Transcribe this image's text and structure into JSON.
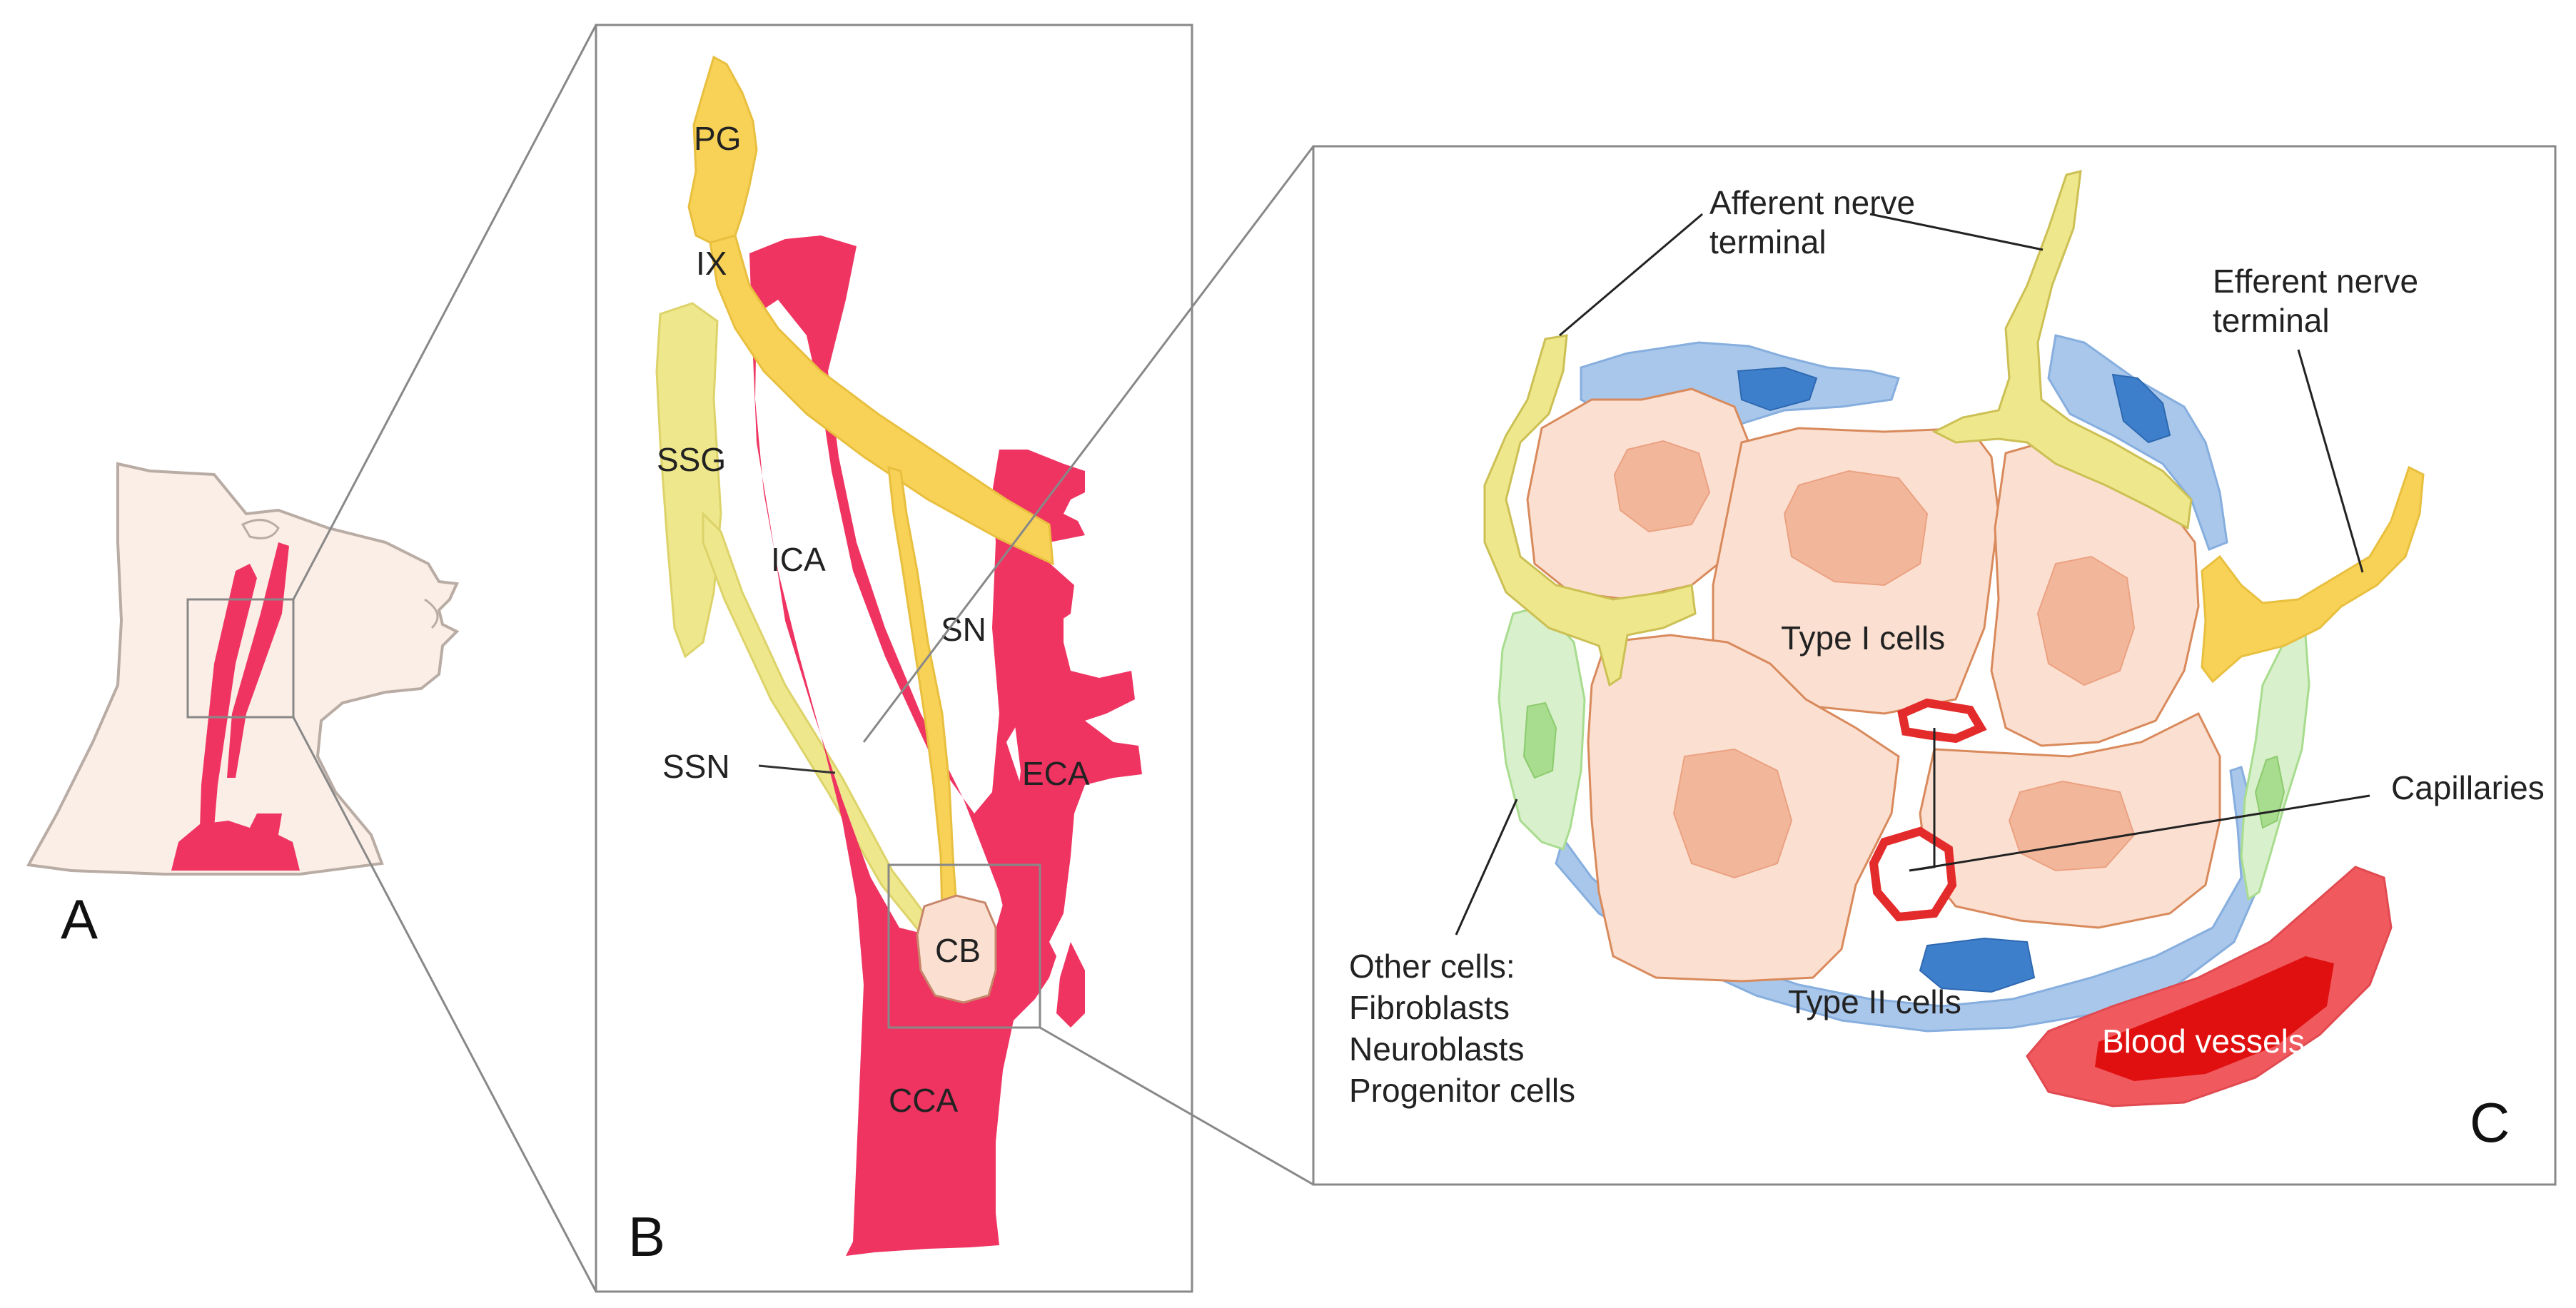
{
  "panels": {
    "a": {
      "letter": "A"
    },
    "b": {
      "letter": "B",
      "labels": {
        "pg": "PG",
        "ix": "IX",
        "ssg": "SSG",
        "ica": "ICA",
        "sn": "SN",
        "ssn": "SSN",
        "eca": "ECA",
        "cb": "CB",
        "cca": "CCA"
      }
    },
    "c": {
      "letter": "C",
      "labels": {
        "afferent_line1": "Afferent nerve",
        "afferent_line2": "terminal",
        "efferent_line1": "Efferent nerve",
        "efferent_line2": "terminal",
        "type1": "Type I cells",
        "type2": "Type II cells",
        "capillaries": "Capillaries",
        "blood_vessels": "Blood vessels",
        "other_line1": "Other cells:",
        "other_line2": "Fibroblasts",
        "other_line3": "Neuroblasts",
        "other_line4": "Progenitor cells"
      }
    }
  },
  "colors": {
    "artery": "#ef3462",
    "nerve": "#f8d257",
    "nerve_pale": "#eee78c",
    "type1_fill": "#fbe0d2",
    "type1_nucleus": "#f2b79a",
    "type1_border": "#d98a5c",
    "type2_fill": "#a9c7ea",
    "type2_nucleus": "#3e7fcc",
    "other_fill": "#d8f0cc",
    "other_nucleus": "#a8dc8e",
    "blood_outer": "#f05a5f",
    "blood_inner": "#e01010",
    "capillary": "#e32b2b",
    "skin": "#fbeee6"
  }
}
